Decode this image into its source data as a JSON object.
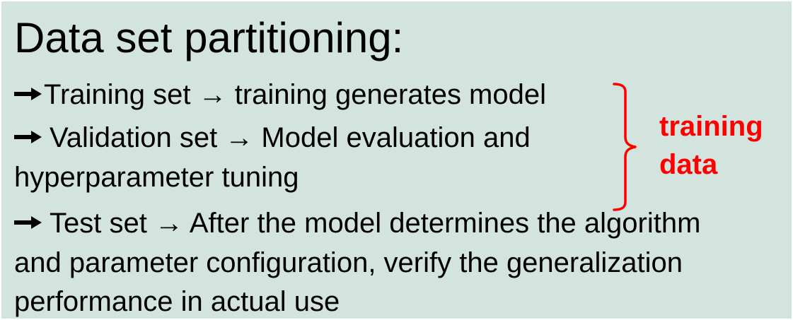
{
  "slide": {
    "title": "Data set partitioning:",
    "items": [
      {
        "lines": [
          "Training set → training generates model"
        ]
      },
      {
        "lines": [
          "Validation set → Model evaluation and",
          "hyperparameter tuning"
        ]
      },
      {
        "lines": [
          "Test set → After the model determines the algorithm",
          "and parameter configuration, verify the generalization",
          "performance in actual use"
        ]
      }
    ],
    "annotation": {
      "lines": [
        "training",
        "data"
      ],
      "color": "#ff0000"
    },
    "bullet_icon": "right-arrow-icon",
    "background_color": "#d3e4df"
  }
}
